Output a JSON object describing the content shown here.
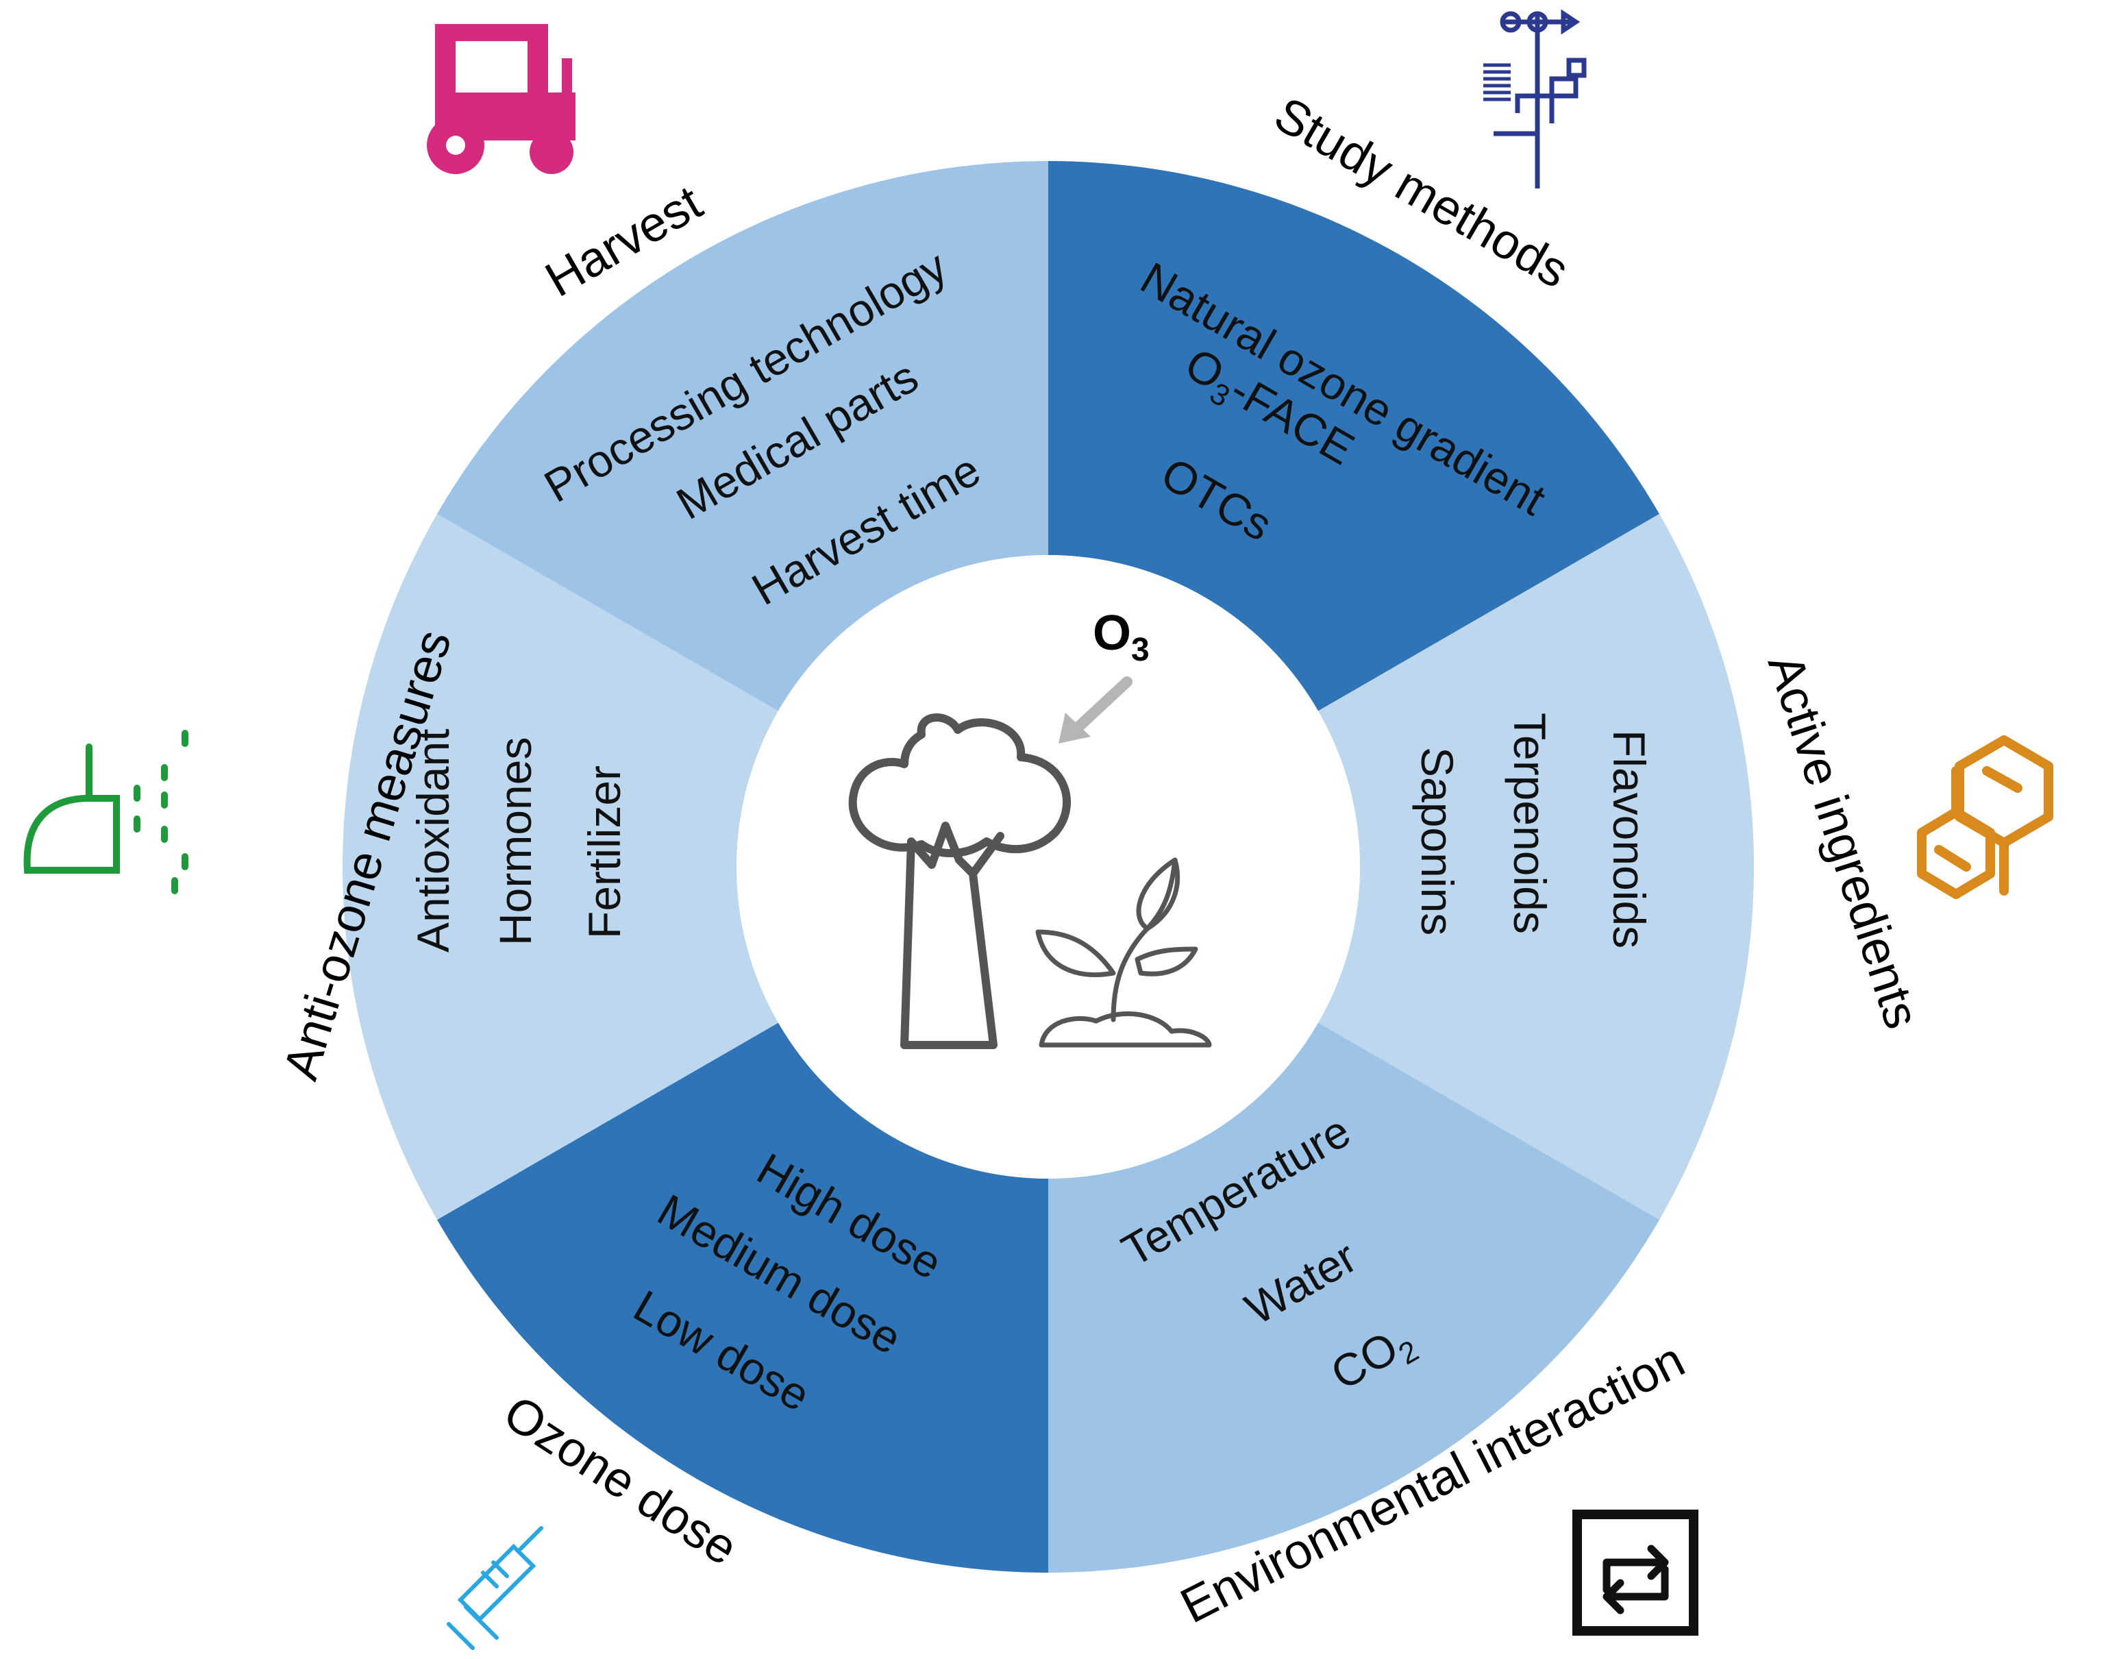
{
  "center": {
    "label_main": "O",
    "label_sub": "3"
  },
  "segments": {
    "study_methods": {
      "label": "Study methods",
      "items": [
        {
          "main": "Natural ozone gradient"
        },
        {
          "main": "O",
          "sub": "3",
          "after": "-FACE"
        },
        {
          "main": "OTCs"
        }
      ]
    },
    "active_ingredients": {
      "label": "Active ingredients",
      "items": [
        "Flavonoids",
        "Terpenoids",
        "Saponins"
      ]
    },
    "environmental_interaction": {
      "label": "Environmental interaction",
      "items": [
        {
          "main": "Temperature"
        },
        {
          "main": "Water"
        },
        {
          "main": "CO",
          "sub": "2"
        }
      ]
    },
    "ozone_dose": {
      "label": "Ozone dose",
      "items": [
        "High dose",
        "Medium dose",
        "Low dose"
      ]
    },
    "anti_ozone_measures": {
      "label": "Anti-ozone measures",
      "items": [
        "Antioxidant",
        "Hormones",
        "Fertilizer"
      ]
    },
    "harvest": {
      "label": "Harvest",
      "items": [
        "Processing technology",
        "Medical parts",
        "Harvest time"
      ]
    }
  },
  "colors": {
    "dark_blue": "#2f74b6",
    "mid_blue": "#9dc3e6",
    "light_blue": "#bdd7ee",
    "tractor": "#d62a7f",
    "weather_station": "#2b3a8f",
    "molecule": "#d98a1c",
    "sprayer": "#1f9a3a",
    "syringe": "#2aa7e0",
    "cycle": "#111111",
    "plant": "#555555",
    "arrow": "#b5b5b5"
  },
  "icons": [
    "tractor-icon",
    "weather-station-icon",
    "molecule-icon",
    "sprayer-icon",
    "syringe-icon",
    "cycle-icon",
    "tree-icon",
    "seedling-icon",
    "arrow-icon"
  ]
}
